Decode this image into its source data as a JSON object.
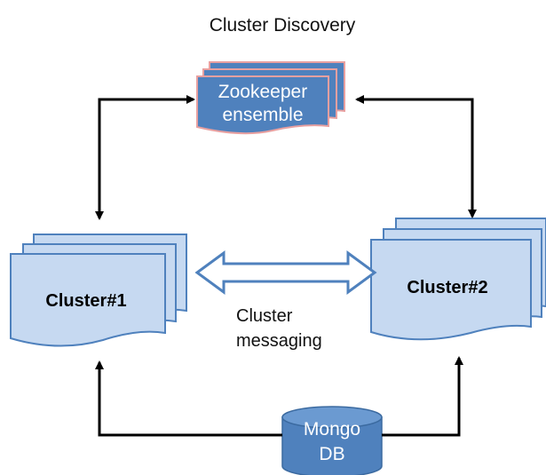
{
  "title": "Cluster Discovery",
  "zookeeper": {
    "line1": "Zookeeper",
    "line2": "ensemble"
  },
  "cluster1": {
    "label": "Cluster#1"
  },
  "cluster2": {
    "label": "Cluster#2"
  },
  "messaging": {
    "line1": "Cluster",
    "line2": "messaging"
  },
  "mongo": {
    "line1": "Mongo",
    "line2": "DB"
  },
  "colors": {
    "zookeeper_fill": "#4f81bd",
    "zookeeper_stroke": "#e8a0a0",
    "cluster_fill": "#c6d9f1",
    "cluster_stroke": "#4f81bd",
    "mongo_fill": "#4f81bd",
    "arrow": "#000000",
    "messaging_arrow_fill": "#ffffff",
    "messaging_arrow_stroke": "#4f81bd"
  }
}
